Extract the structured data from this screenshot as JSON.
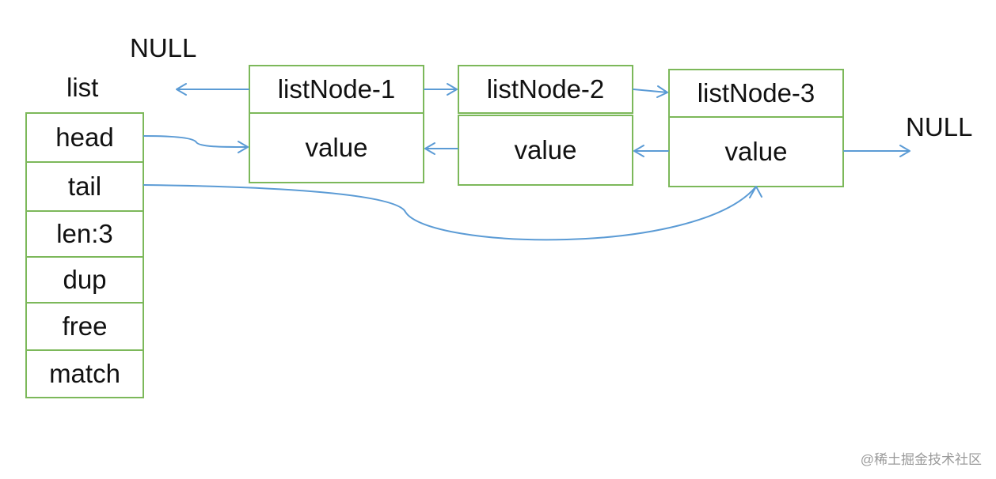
{
  "labels": {
    "null_left": "NULL",
    "null_right": "NULL",
    "list_title": "list"
  },
  "list_fields": [
    "head",
    "tail",
    "len:3",
    "dup",
    "free",
    "match"
  ],
  "nodes": [
    {
      "name": "listNode-1",
      "value": "value"
    },
    {
      "name": "listNode-2",
      "value": "value"
    },
    {
      "name": "listNode-3",
      "value": "value"
    }
  ],
  "watermark": "@稀土掘金技术社区",
  "colors": {
    "box_border": "#7cb85a",
    "arrow": "#5b9bd5"
  }
}
